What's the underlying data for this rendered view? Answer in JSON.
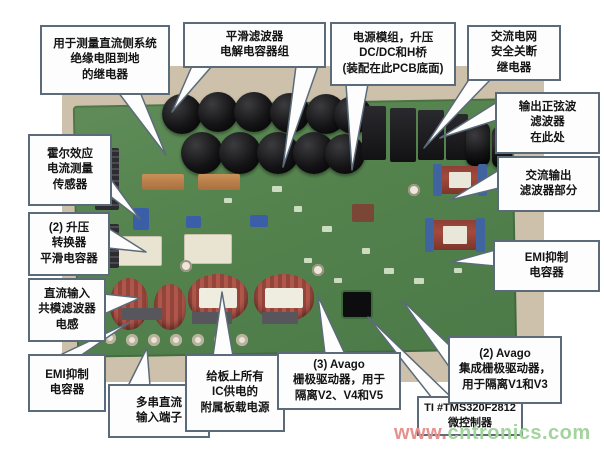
{
  "figure": {
    "description_visible": false
  },
  "callouts": [
    {
      "id": "insulation-relay",
      "lines": [
        "用于测量直流侧系统",
        "绝缘电阻到地",
        "的继电器"
      ]
    },
    {
      "id": "smoothing-caps",
      "lines": [
        "平滑滤波器",
        "电解电容器组"
      ]
    },
    {
      "id": "power-module",
      "lines": [
        "电源模组，升压",
        "DC/DC和H桥",
        "(装配在此PCB底面)"
      ]
    },
    {
      "id": "ac-grid-relay",
      "lines": [
        "交流电网",
        "安全关断",
        "继电器"
      ]
    },
    {
      "id": "sine-filter",
      "lines": [
        "输出正弦波",
        "滤波器",
        "在此处"
      ]
    },
    {
      "id": "ac-output-filter",
      "lines": [
        "交流输出",
        "滤波器部分"
      ]
    },
    {
      "id": "emi-cap-right",
      "lines": [
        "EMI抑制",
        "电容器"
      ]
    },
    {
      "id": "hall-sensor",
      "lines": [
        "霍尔效应",
        "电流测量",
        "传感器"
      ]
    },
    {
      "id": "boost-caps",
      "lines": [
        "(2) 升压",
        "转换器",
        "平滑电容器"
      ]
    },
    {
      "id": "dc-cm-inductor",
      "lines": [
        "直流输入",
        "共模滤波器",
        "电感"
      ]
    },
    {
      "id": "emi-cap-left",
      "lines": [
        "EMI抑制",
        "电容器"
      ]
    },
    {
      "id": "dc-input-terminals",
      "lines": [
        "多串直流",
        "输入端子"
      ]
    },
    {
      "id": "onboard-psu",
      "lines": [
        "给板上所有",
        "IC供电的",
        "附属板载电源"
      ]
    },
    {
      "id": "gate-drivers-v245",
      "lines": [
        "(3) Avago",
        "栅极驱动器，用于",
        "隔离V2、V4和V5"
      ]
    },
    {
      "id": "mcu",
      "lines": [
        "TI #TMS320F2812",
        "微控制器"
      ]
    },
    {
      "id": "gate-drivers-v13",
      "lines": [
        "(2) Avago",
        "集成栅极驱动器，",
        "用于隔离V1和V3"
      ]
    }
  ],
  "watermark": {
    "part1": "www.",
    "part2": "cntronics.com"
  },
  "colors": {
    "callout_border": "#5c6b79",
    "board_green": "#53824d",
    "photo_background": "#cdc1ab",
    "watermark_pink": "#e5928e",
    "watermark_green": "#a3d49d"
  }
}
